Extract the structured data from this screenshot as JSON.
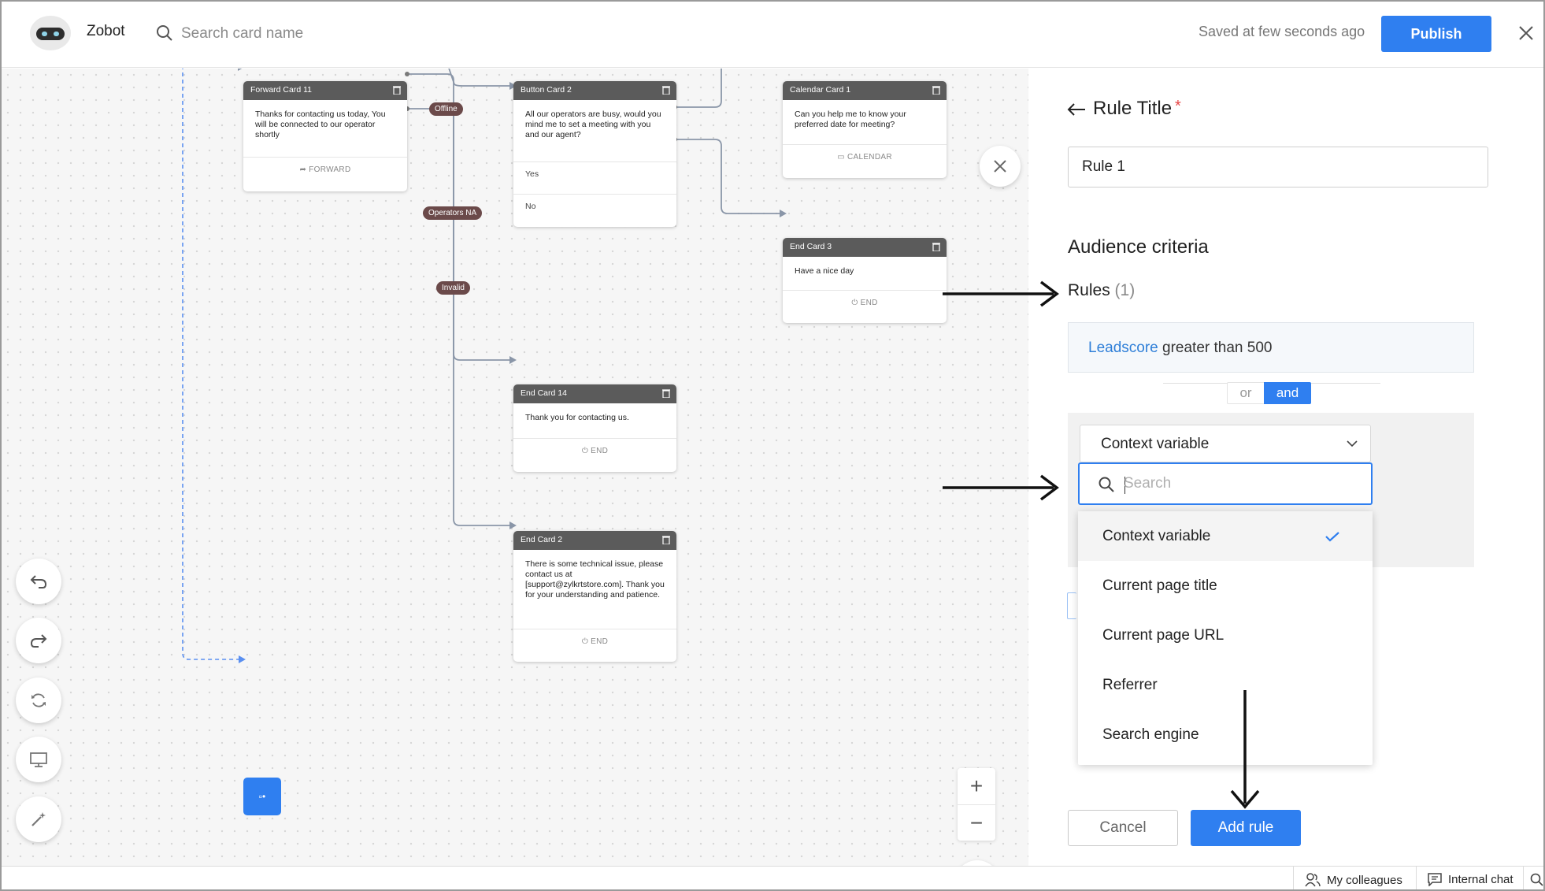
{
  "header": {
    "app_name": "Zobot",
    "search_placeholder": "Search card name",
    "saved_status": "Saved at few seconds ago",
    "publish_label": "Publish"
  },
  "canvas": {
    "cards": [
      {
        "title": "Forward Card 11",
        "body": "Thanks for contacting us today, You will be connected to our operator shortly",
        "footer": "FORWARD"
      },
      {
        "title": "Button Card 2",
        "body": "All our operators are busy, would you mind me to set a meeting with you and our agent?",
        "options": [
          "Yes",
          "No"
        ]
      },
      {
        "title": "Calendar Card 1",
        "body": "Can you help me to know your preferred date for meeting?",
        "footer": "CALENDAR"
      },
      {
        "title": "End Card 3",
        "body": "Have a nice day",
        "footer": "END"
      },
      {
        "title": "End Card 14",
        "body": "Thank you for contacting us.",
        "footer": "END"
      },
      {
        "title": "End Card 2",
        "body": "There is some technical issue, please contact us at [support@zylkrtstore.com]. Thank you for your understanding and patience.",
        "footer": "END"
      }
    ],
    "edge_labels": [
      "Offline",
      "Operators NA",
      "Invalid"
    ],
    "start_node_label": "▫•",
    "zoom_in": "+",
    "zoom_out": "−"
  },
  "panel": {
    "rule_title_label": "Rule Title",
    "required_mark": "*",
    "rule_title_value": "Rule 1",
    "audience_heading": "Audience criteria",
    "rules_label": "Rules",
    "rules_count": "(1)",
    "existing_rule": {
      "variable": "Leadscore",
      "condition": "greater than 500"
    },
    "or_label": "or",
    "and_label": "and",
    "select_value": "Context variable",
    "dropdown_search_placeholder": "Search",
    "dropdown_options": [
      "Context variable",
      "Current page title",
      "Current page URL",
      "Referrer",
      "Search engine"
    ],
    "selected_option": "Context variable",
    "cancel_label": "Cancel",
    "add_rule_label": "Add rule"
  },
  "footer": {
    "colleagues_label": "My colleagues",
    "chat_label": "Internal chat"
  },
  "colors": {
    "accent": "#2f7ff0",
    "card_header": "#5b5b5b",
    "edge_label": "#6b4a4a"
  }
}
